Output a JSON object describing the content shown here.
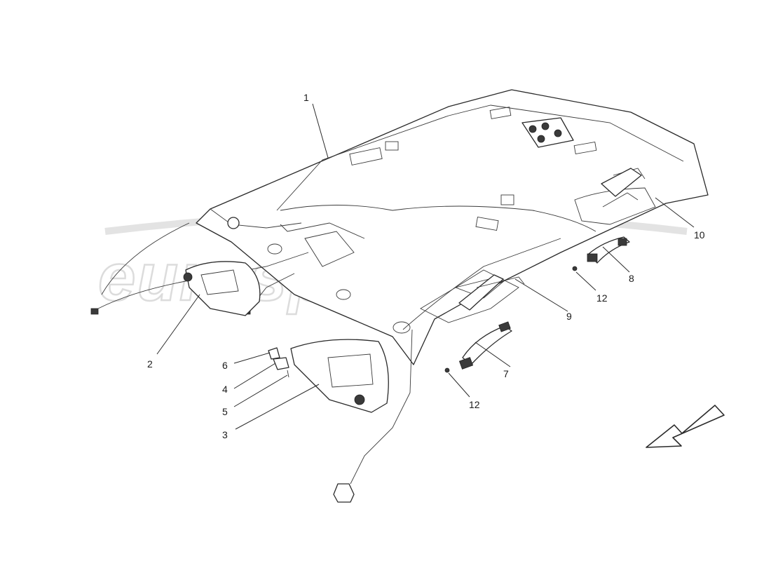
{
  "watermark": {
    "text": "eurospares"
  },
  "callouts": {
    "c1": "1",
    "c2": "2",
    "c3": "3",
    "c4": "4",
    "c5": "5",
    "c6": "6",
    "c7": "7",
    "c8": "8",
    "c9": "9",
    "c10": "10",
    "c12a": "12",
    "c12b": "12"
  },
  "icons": {
    "direction": "arrow-down-left-icon"
  },
  "colors": {
    "line": "#2a2a2a",
    "watermark": "#dcdcdc"
  }
}
